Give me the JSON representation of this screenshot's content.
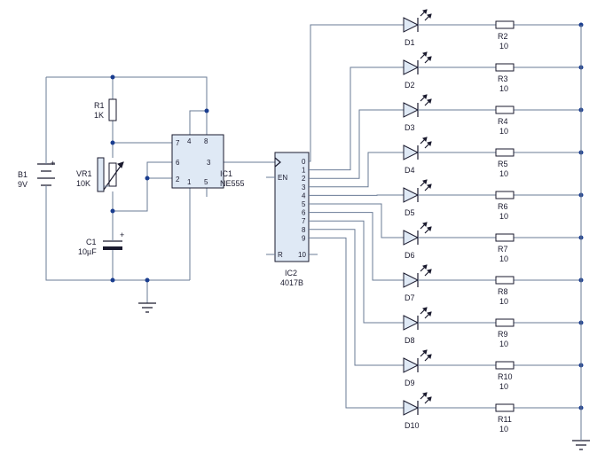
{
  "battery": {
    "ref": "B1",
    "value": "9V",
    "plus": "+"
  },
  "r1": {
    "ref": "R1",
    "value": "1K"
  },
  "vr1": {
    "ref": "VR1",
    "value": "10K"
  },
  "c1": {
    "ref": "C1",
    "value": "10µF",
    "plus": "+"
  },
  "ic1": {
    "ref": "IC1",
    "part": "NE555",
    "pins": {
      "p7": "7",
      "p4": "4",
      "p8": "8",
      "p6": "6",
      "p3": "3",
      "p2": "2",
      "p1": "1",
      "p5": "5"
    }
  },
  "ic2": {
    "ref": "IC2",
    "part": "4017B",
    "outputs": [
      "0",
      "1",
      "2",
      "3",
      "4",
      "5",
      "6",
      "7",
      "8",
      "9"
    ],
    "en": "EN",
    "r": "R",
    "p10": "10"
  },
  "leds": [
    {
      "ref": "D1",
      "res": "R2",
      "ohm": "10"
    },
    {
      "ref": "D2",
      "res": "R3",
      "ohm": "10"
    },
    {
      "ref": "D3",
      "res": "R4",
      "ohm": "10"
    },
    {
      "ref": "D4",
      "res": "R5",
      "ohm": "10"
    },
    {
      "ref": "D5",
      "res": "R6",
      "ohm": "10"
    },
    {
      "ref": "D6",
      "res": "R7",
      "ohm": "10"
    },
    {
      "ref": "D7",
      "res": "R8",
      "ohm": "10"
    },
    {
      "ref": "D8",
      "res": "R9",
      "ohm": "10"
    },
    {
      "ref": "D9",
      "res": "R10",
      "ohm": "10"
    },
    {
      "ref": "D10",
      "res": "R11",
      "ohm": "10"
    }
  ]
}
